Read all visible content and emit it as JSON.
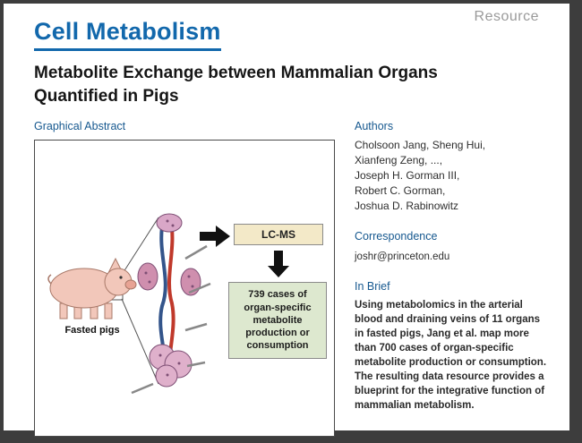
{
  "page": {
    "journal": "Cell Metabolism",
    "article_type": "Resource",
    "title": "Metabolite Exchange between Mammalian Organs Quantified in Pigs"
  },
  "graphical_abstract": {
    "heading": "Graphical Abstract",
    "pig_label": "Fasted pigs",
    "lcms_label": "LC-MS",
    "result_text": "739 cases of organ-specific metabolite production or consumption"
  },
  "authors": {
    "heading": "Authors",
    "names": [
      "Cholsoon Jang, Sheng Hui,",
      "Xianfeng Zeng, ...,",
      "Joseph H. Gorman III,",
      "Robert C. Gorman,",
      "Joshua D. Rabinowitz"
    ]
  },
  "correspondence": {
    "heading": "Correspondence",
    "email": "joshr@princeton.edu"
  },
  "in_brief": {
    "heading": "In Brief",
    "text": "Using metabolomics in the arterial blood and draining veins of 11 organs in fasted pigs, Jang et al. map more than 700 cases of organ-specific metabolite production or consumption. The resulting data resource provides a blueprint for the integrative function of mammalian metabolism."
  },
  "colors": {
    "accent_blue": "#1268ac",
    "heading_blue": "#16588f",
    "resource_gray": "#9a9a9a",
    "lcms_bg": "#f3e9c8",
    "result_bg": "#dde8cf",
    "frame_dark": "#3d3d3d"
  }
}
